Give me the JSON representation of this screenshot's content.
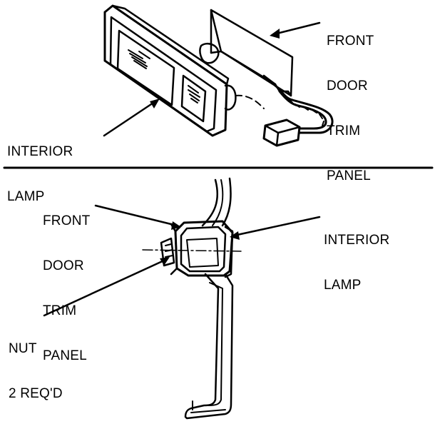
{
  "top": {
    "front_door_trim_panel": [
      "FRONT",
      "DOOR",
      "TRIM",
      "PANEL"
    ],
    "interior_lamp": [
      "INTERIOR",
      "LAMP"
    ]
  },
  "bottom": {
    "front_door_trim_panel": [
      "FRONT",
      "DOOR",
      "TRIM",
      "PANEL"
    ],
    "interior_lamp": [
      "INTERIOR",
      "LAMP"
    ],
    "nut": [
      "NUT",
      "2 REQ'D"
    ]
  },
  "colors": {
    "ink": "#000000",
    "paper": "#ffffff"
  }
}
